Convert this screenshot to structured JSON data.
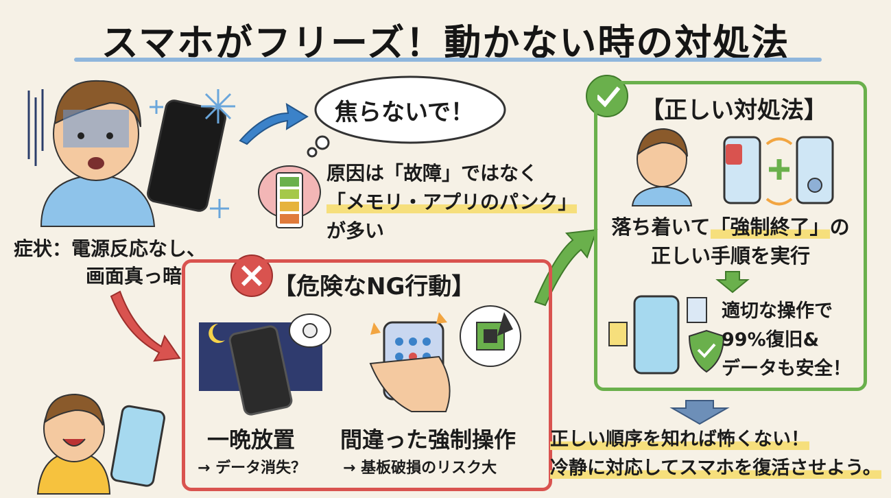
{
  "title": "スマホがフリーズ！動かない時の対処法",
  "symptom": {
    "line1": "症状：電源反応なし、",
    "line2": "画面真っ暗"
  },
  "advice": {
    "cloud": "焦らないで！"
  },
  "cause": {
    "line1": "原因は「故障」ではなく",
    "line2": "「メモリ・アプリのパンク」",
    "line3": "が多い"
  },
  "ng": {
    "title": "【危険なNG行動】",
    "item1_title": "一晩放置",
    "item1_sub": "→ データ消失？",
    "item2_title": "間違った強制操作",
    "item2_sub": "→ 基板破損のリスク大"
  },
  "ok": {
    "title": "【正しい対処法】",
    "step_pre": "落ち着いて",
    "step_hl": "「強制終了」",
    "step_post": "の",
    "step_line2": "正しい手順を実行",
    "result1": "適切な操作で",
    "result2": "99%復旧&",
    "result3": "データも安全！"
  },
  "conclusion": {
    "line1": "正しい順序を知れば怖くない！",
    "line2": "冷静に対応してスマホを復活させよう。"
  },
  "colors": {
    "ng_red": "#d9534f",
    "ok_green": "#6ab04c",
    "arrow_blue": "#3b82c9",
    "highlight": "#f6df7c"
  }
}
